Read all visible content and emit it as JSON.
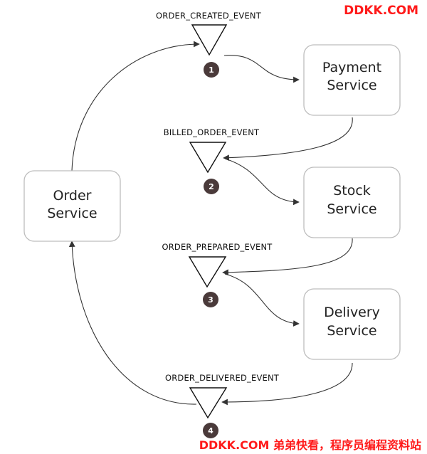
{
  "services": {
    "order": [
      "Order",
      "Service"
    ],
    "payment": [
      "Payment",
      "Service"
    ],
    "stock": [
      "Stock",
      "Service"
    ],
    "delivery": [
      "Delivery",
      "Service"
    ]
  },
  "events": [
    {
      "label": "ORDER_CREATED_EVENT",
      "step": "1"
    },
    {
      "label": "BILLED_ORDER_EVENT",
      "step": "2"
    },
    {
      "label": "ORDER_PREPARED_EVENT",
      "step": "3"
    },
    {
      "label": "ORDER_DELIVERED_EVENT",
      "step": "4"
    }
  ],
  "watermark": {
    "top": "DDKK.COM",
    "bottom": "DDKK.COM 弟弟快看，程序员编程资料站"
  },
  "colors": {
    "watermark": "#ff1a1a",
    "badge": "#4a3a3a",
    "box_border": "#bdbdbd"
  }
}
